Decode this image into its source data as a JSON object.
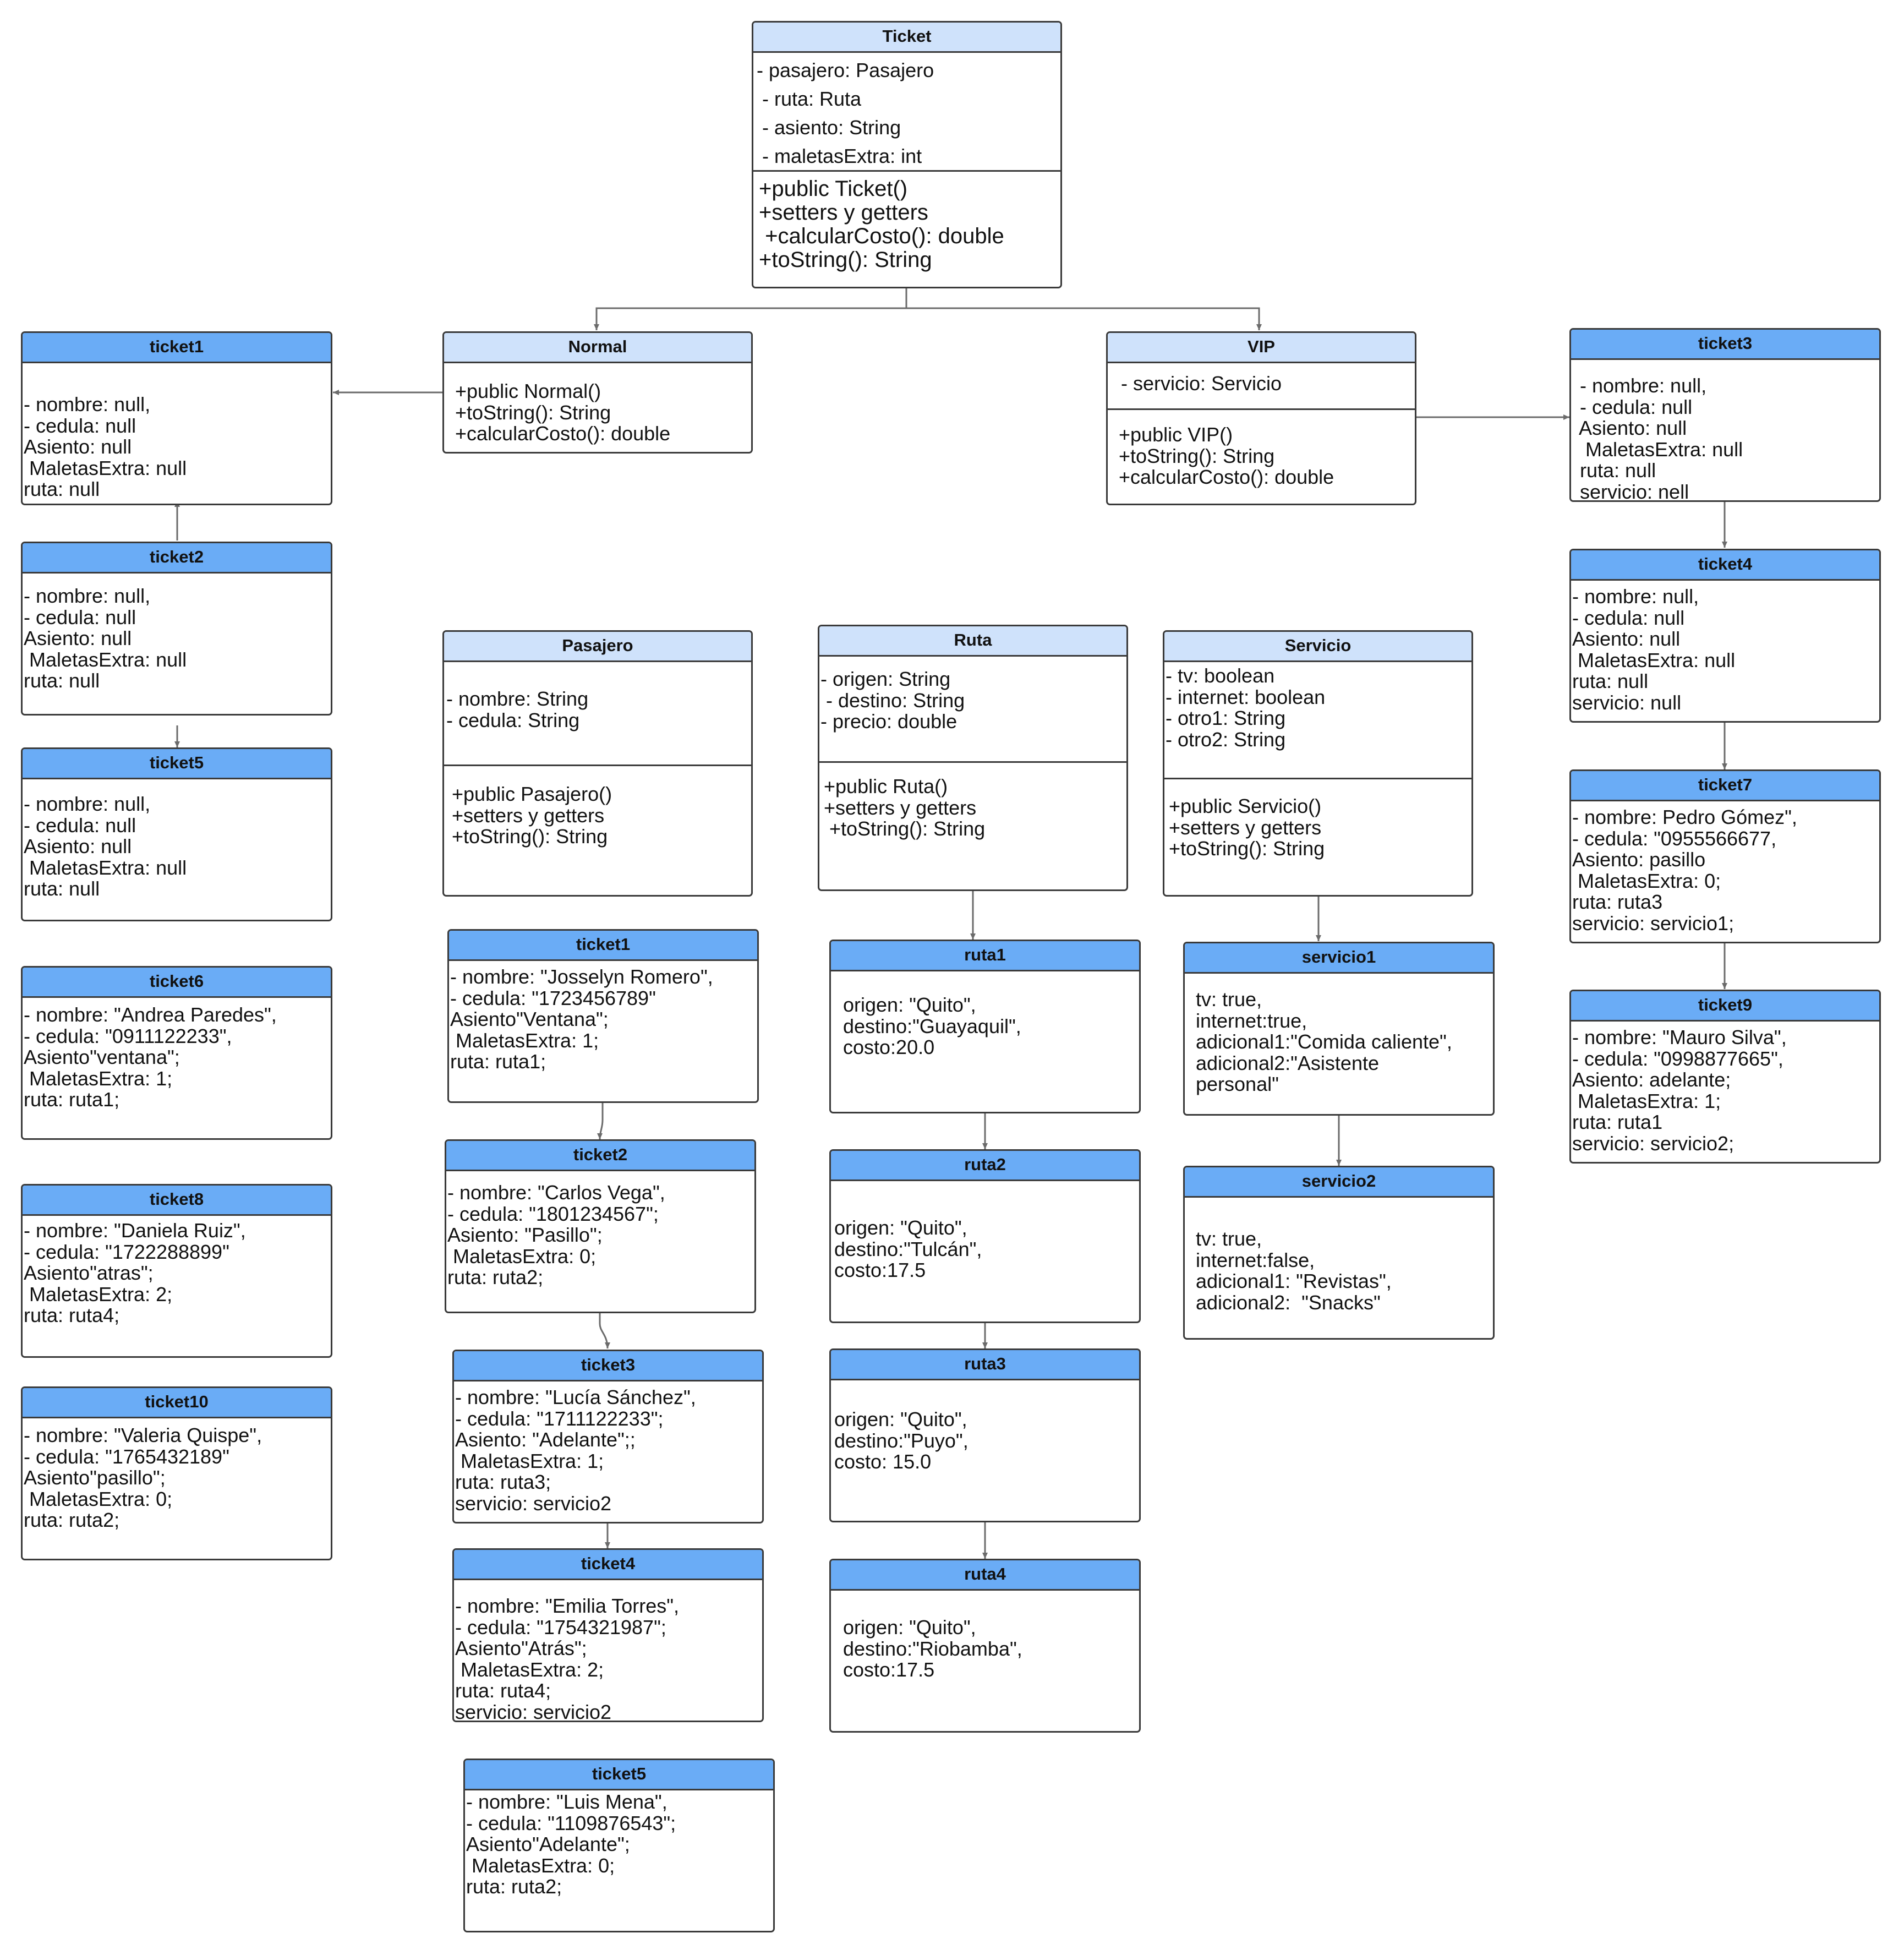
{
  "classes": {
    "ticket": {
      "title": "Ticket",
      "attributes": "- pasajero: Pasajero\n - ruta: Ruta\n - asiento: String\n - maletasExtra: int",
      "methods": "+public Ticket()\n+setters y getters\n +calcularCosto(): double\n+toString(): String"
    },
    "normal": {
      "title": "Normal",
      "methods": "+public Normal()\n+toString(): String\n+calcularCosto(): double"
    },
    "vip": {
      "title": "VIP",
      "attributes": " - servicio: Servicio",
      "methods": "+public VIP()\n+toString(): String\n+calcularCosto(): double"
    },
    "pasajero": {
      "title": "Pasajero",
      "attributes": "- nombre: String\n- cedula: String",
      "methods": "+public Pasajero()\n+setters y getters\n+toString(): String"
    },
    "ruta": {
      "title": "Ruta",
      "attributes": "- origen: String\n - destino: String\n- precio: double",
      "methods": "+public Ruta()\n+setters y getters\n +toString(): String"
    },
    "servicio": {
      "title": "Servicio",
      "attributes": "- tv: boolean\n- internet: boolean\n- otro1: String\n- otro2: String",
      "methods": "+public Servicio()\n+setters y getters\n+toString(): String"
    }
  },
  "objects": {
    "left_ticket1": {
      "title": "ticket1",
      "body": "- nombre: null,\n- cedula: null\nAsiento: null\n MaletasExtra: null\nruta: null"
    },
    "left_ticket2": {
      "title": "ticket2",
      "body": "- nombre: null,\n- cedula: null\nAsiento: null\n MaletasExtra: null\nruta: null"
    },
    "left_ticket5": {
      "title": "ticket5",
      "body": "- nombre: null,\n- cedula: null\nAsiento: null\n MaletasExtra: null\nruta: null"
    },
    "left_ticket6": {
      "title": "ticket6",
      "body": "- nombre: \"Andrea Paredes\",\n- cedula: \"0911122233\",\nAsiento\"ventana\";\n MaletasExtra: 1;\nruta: ruta1;"
    },
    "left_ticket8": {
      "title": "ticket8",
      "body": "- nombre: \"Daniela Ruiz\",\n- cedula: \"1722288899\"\nAsiento\"atras\";\n MaletasExtra: 2;\nruta: ruta4;"
    },
    "left_ticket10": {
      "title": "ticket10",
      "body": "- nombre: \"Valeria Quispe\",\n- cedula: \"1765432189\"\nAsiento\"pasillo\";\n MaletasExtra: 0;\nruta: ruta2;"
    },
    "mid_ticket1": {
      "title": "ticket1",
      "body": "- nombre: \"Josselyn Romero\",\n- cedula: \"1723456789\"\nAsiento\"Ventana\";\n MaletasExtra: 1;\nruta: ruta1;"
    },
    "mid_ticket2": {
      "title": "ticket2",
      "body": "- nombre: \"Carlos Vega\",\n- cedula: \"1801234567\";\nAsiento: \"Pasillo\";\n MaletasExtra: 0;\nruta: ruta2;"
    },
    "mid_ticket3": {
      "title": "ticket3",
      "body": "- nombre: \"Lucía Sánchez\",\n- cedula: \"1711122233\";\nAsiento: \"Adelante\";;\n MaletasExtra: 1;\nruta: ruta3;\nservicio: servicio2"
    },
    "mid_ticket4": {
      "title": "ticket4",
      "body": "- nombre: \"Emilia Torres\",\n- cedula: \"1754321987\";\nAsiento\"Atrás\";\n MaletasExtra: 2;\nruta: ruta4;\nservicio: servicio2"
    },
    "mid_ticket5": {
      "title": "ticket5",
      "body": "- nombre: \"Luis Mena\",\n- cedula: \"1109876543\";\nAsiento\"Adelante\";\n MaletasExtra: 0;\nruta: ruta2;"
    },
    "ruta1": {
      "title": "ruta1",
      "body": "origen: \"Quito\",\ndestino:\"Guayaquil\",\ncosto:20.0"
    },
    "ruta2": {
      "title": "ruta2",
      "body": "origen: \"Quito\",\ndestino:\"Tulcán\",\ncosto:17.5"
    },
    "ruta3": {
      "title": "ruta3",
      "body": "origen: \"Quito\",\ndestino:\"Puyo\",\ncosto: 15.0"
    },
    "ruta4": {
      "title": "ruta4",
      "body": "origen: \"Quito\",\ndestino:\"Riobamba\",\ncosto:17.5"
    },
    "servicio1": {
      "title": "servicio1",
      "body": "tv: true,\ninternet:true,\nadicional1:\"Comida caliente\",\nadicional2:\"Asistente\npersonal\""
    },
    "servicio2": {
      "title": "servicio2",
      "body": "tv: true,\ninternet:false,\nadicional1: \"Revistas\",\nadicional2:  \"Snacks\""
    },
    "right_ticket3": {
      "title": "ticket3",
      "body": " - nombre: null,\n - cedula: null\n Asiento: null\n  MaletasExtra: null\n ruta: null\n servicio: nell"
    },
    "right_ticket4": {
      "title": "ticket4",
      "body": "- nombre: null,\n- cedula: null\nAsiento: null\n MaletasExtra: null\nruta: null\nservicio: null"
    },
    "right_ticket7": {
      "title": "ticket7",
      "body": "- nombre: Pedro Gómez\",\n- cedula: \"0955566677,\nAsiento: pasillo\n MaletasExtra: 0;\nruta: ruta3\nservicio: servicio1;"
    },
    "right_ticket9": {
      "title": "ticket9",
      "body": "- nombre: \"Mauro Silva\",\n- cedula: \"0998877665\",\nAsiento: adelante;\n MaletasExtra: 1;\nruta: ruta1\nservicio: servicio2;"
    }
  },
  "colors": {
    "class_header": "#cfe2fb",
    "object_header": "#6aacf6",
    "border": "#3a3a3a",
    "edge": "#6b6b6b"
  }
}
